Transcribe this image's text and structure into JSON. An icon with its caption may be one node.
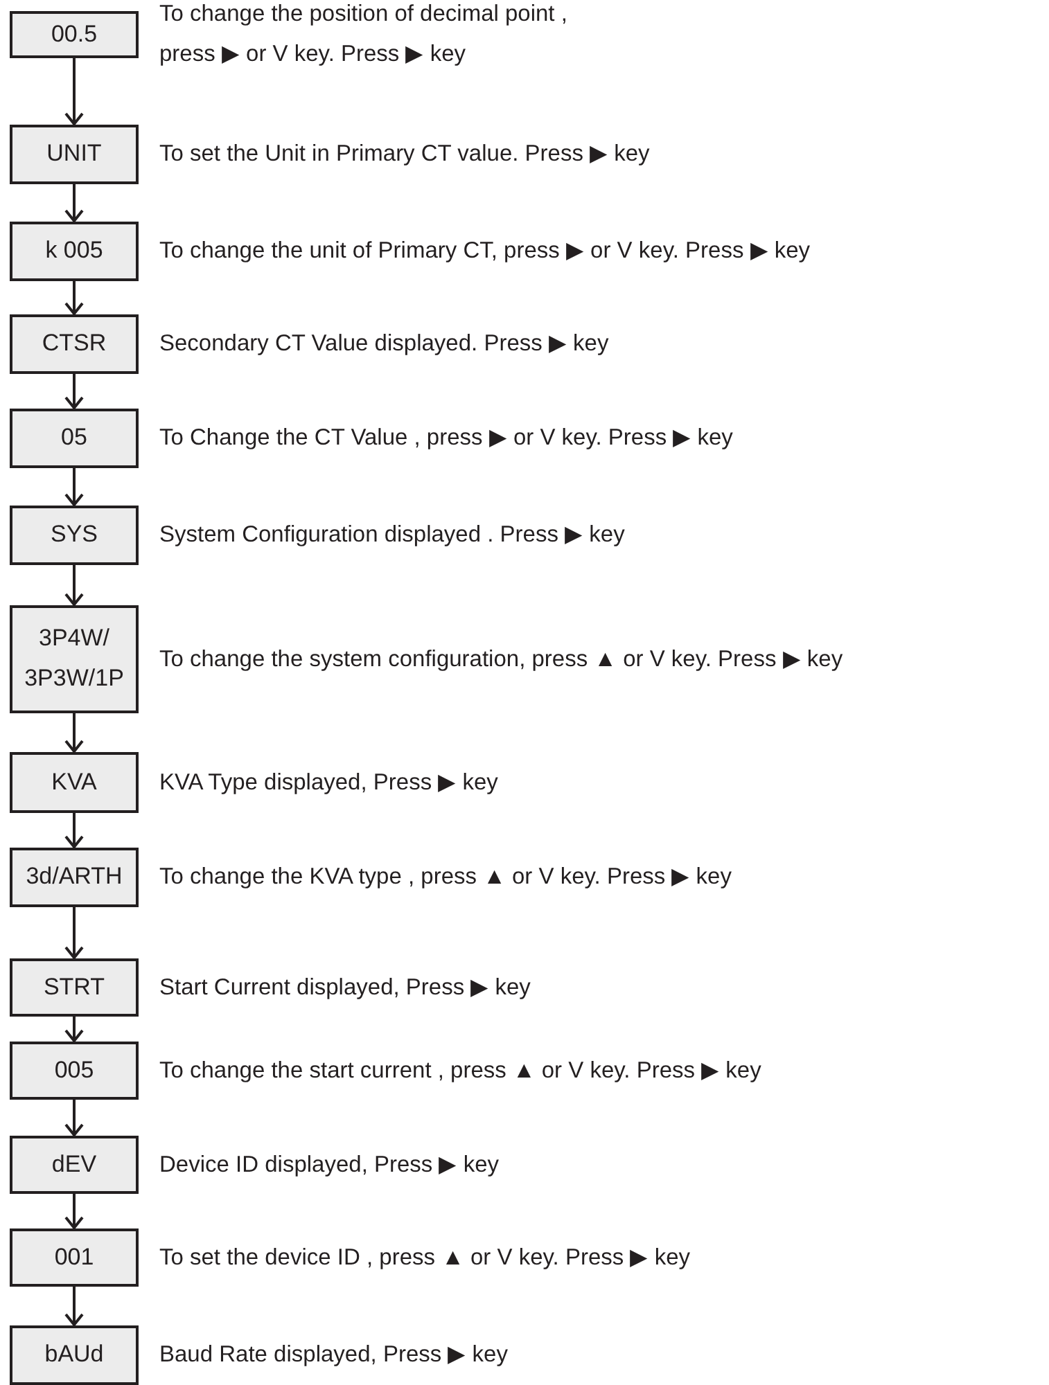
{
  "diagram": {
    "nodes": [
      {
        "text": [
          "00.5"
        ],
        "beside": [
          "To change the position of decimal point , press ▶ or V key. Press ▶ key"
        ]
      },
      {
        "text": [
          "UNIT"
        ],
        "beside": [
          "To set the Unit in Primary CT value. Press ▶ key"
        ]
      },
      {
        "text": [
          "k 005"
        ],
        "beside": [
          "To change the unit of Primary CT, press ▶ or V key. Press ▶ key"
        ]
      },
      {
        "text": [
          "CTSR"
        ],
        "beside": [
          "Secondary CT Value displayed. Press ▶ key"
        ]
      },
      {
        "text": [
          "05"
        ],
        "beside": [
          "To Change the CT Value , press ▶ or V key. Press ▶ key"
        ]
      },
      {
        "text": [
          "SYS"
        ],
        "beside": [
          "System Configuration displayed . Press ▶ key"
        ]
      },
      {
        "text": [
          "3P4W/ 3P3W/1P"
        ],
        "beside": [
          "To change the system configuration, press ▲ or V key. Press ▶ key"
        ]
      },
      {
        "text": [
          "KVA"
        ],
        "beside": [
          "KVA Type displayed, Press ▶ key"
        ]
      },
      {
        "text": [
          "3d/ARTH"
        ],
        "beside": [
          "To change the KVA type , press ▲ or V key. Press ▶ key"
        ]
      },
      {
        "text": [
          "STRT"
        ],
        "beside": [
          "Start Current displayed, Press ▶ key"
        ]
      },
      {
        "text": [
          "005"
        ],
        "beside": [
          "To change the start current , press ▲ or V key. Press ▶ key"
        ]
      },
      {
        "text": [
          "dEV"
        ],
        "beside": [
          "Device ID displayed, Press ▶ key"
        ]
      },
      {
        "text": [
          "001"
        ],
        "beside": [
          "To set the device ID , press ▲ or V key. Press ▶ key"
        ]
      },
      {
        "text": [
          "bAUd"
        ],
        "beside": [
          "Baud Rate displayed, Press ▶ key"
        ]
      }
    ],
    "edges": [
      {
        "from": 0,
        "to": 1,
        "arrow": "to"
      },
      {
        "from": 1,
        "to": 2,
        "arrow": "to"
      },
      {
        "from": 2,
        "to": 3,
        "arrow": "to"
      },
      {
        "from": 3,
        "to": 4,
        "arrow": "to"
      },
      {
        "from": 4,
        "to": 5,
        "arrow": "to"
      },
      {
        "from": 5,
        "to": 6,
        "arrow": "to"
      },
      {
        "from": 6,
        "to": 7,
        "arrow": "to"
      },
      {
        "from": 7,
        "to": 8,
        "arrow": "to"
      },
      {
        "from": 8,
        "to": 9,
        "arrow": "to"
      },
      {
        "from": 9,
        "to": 10,
        "arrow": "to"
      },
      {
        "from": 10,
        "to": 11,
        "arrow": "to"
      },
      {
        "from": 11,
        "to": 12,
        "arrow": "to"
      },
      {
        "from": 12,
        "to": 13,
        "arrow": "to"
      }
    ]
  }
}
